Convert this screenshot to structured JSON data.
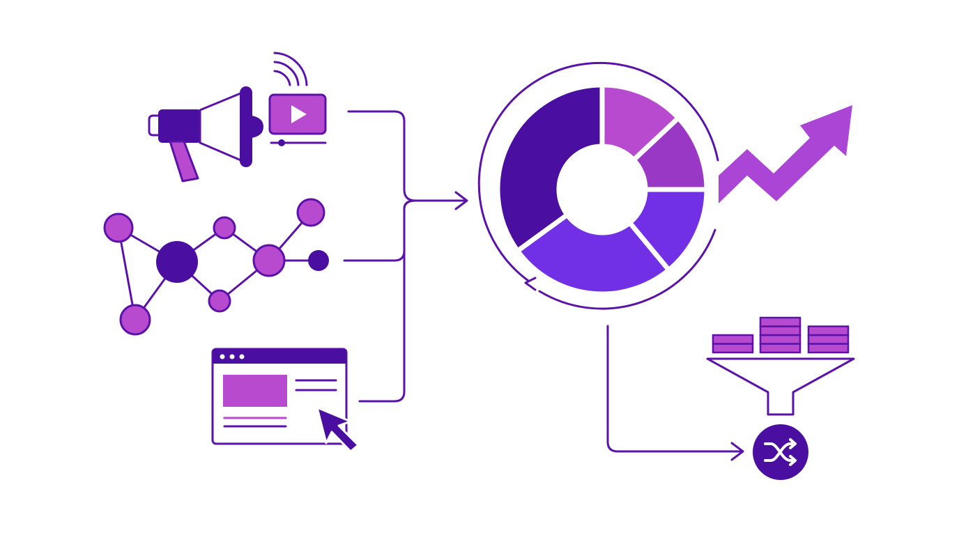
{
  "colors": {
    "background": "#ffffff",
    "deep_purple": "#4a0fa0",
    "violet": "#7230e6",
    "orchid": "#b84ad0",
    "magenta_purple": "#9a38c6",
    "line": "#5a12a8",
    "arrow": "#ab45d6"
  },
  "sources": [
    {
      "name": "broadcast-media",
      "icons": [
        "megaphone-icon",
        "video-play-icon",
        "signal-waves-icon"
      ]
    },
    {
      "name": "network-graph",
      "icons": [
        "network-graph-icon"
      ]
    },
    {
      "name": "web-page-click",
      "icons": [
        "browser-window-icon",
        "mouse-cursor-icon"
      ]
    }
  ],
  "hub": {
    "icon": "donut-chart-icon",
    "segment_shares": [
      0.35,
      0.13,
      0.12,
      0.14,
      0.26
    ],
    "segment_colors": [
      "#4a0fa0",
      "#b84ad0",
      "#9a38c6",
      "#7230e6",
      "#7230e6"
    ],
    "cycle_icon": "cycle-arrow-icon"
  },
  "growth": {
    "icon": "trend-up-arrow-icon"
  },
  "data_funnel": {
    "icon": "funnel-icon",
    "stack_layers": [
      2,
      4,
      3
    ]
  },
  "output": {
    "icon": "shuffle-icon"
  }
}
